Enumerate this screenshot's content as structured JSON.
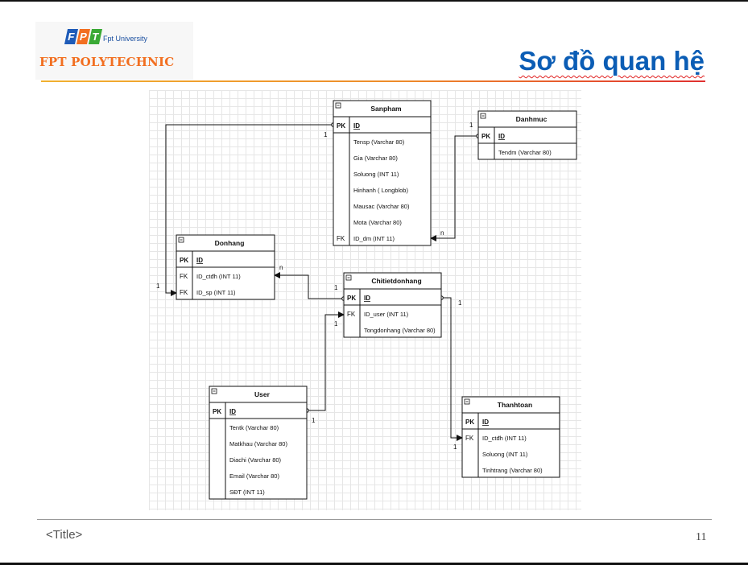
{
  "header": {
    "logo_letters": [
      "F",
      "P",
      "T"
    ],
    "university": "Fpt University",
    "brand": "FPT POLYTECHNIC",
    "title": "Sơ đồ quan hệ",
    "colors": {
      "logo_blue": "#1e5bb8",
      "logo_orange": "#f26f21",
      "logo_green": "#3aa935",
      "title": "#0b5db5",
      "brand": "#f26f21"
    }
  },
  "footer": {
    "title": "<Title>",
    "page": "11"
  },
  "diagram": {
    "tables": [
      {
        "name": "Sanpham",
        "rows": [
          {
            "key": "PK",
            "field": "ID",
            "pk": true
          },
          {
            "key": "",
            "field": "Tensp (Varchar 80)"
          },
          {
            "key": "",
            "field": "Gia (Varchar 80)"
          },
          {
            "key": "",
            "field": "Soluong (INT 11)"
          },
          {
            "key": "",
            "field": "Hinhanh ( Longblob)"
          },
          {
            "key": "",
            "field": "Mausac (Varchar 80)"
          },
          {
            "key": "",
            "field": "Mota (Varchar 80)"
          },
          {
            "key": "FK",
            "field": "ID_dm (INT 11)"
          }
        ]
      },
      {
        "name": "Danhmuc",
        "rows": [
          {
            "key": "PK",
            "field": "ID",
            "pk": true
          },
          {
            "key": "",
            "field": "Tendm (Varchar 80)"
          }
        ]
      },
      {
        "name": "Donhang",
        "rows": [
          {
            "key": "PK",
            "field": "ID",
            "pk": true
          },
          {
            "key": "FK",
            "field": "ID_ctđh (INT 11)"
          },
          {
            "key": "FK",
            "field": "ID_sp (INT 11)"
          }
        ]
      },
      {
        "name": "Chitietdonhang",
        "rows": [
          {
            "key": "PK",
            "field": "ID",
            "pk": true
          },
          {
            "key": "FK",
            "field": "ID_user (INT 11)"
          },
          {
            "key": "",
            "field": "Tongdonhang (Varchar 80)"
          }
        ]
      },
      {
        "name": "User",
        "rows": [
          {
            "key": "PK",
            "field": "ID",
            "pk": true
          },
          {
            "key": "",
            "field": "Tentk (Varchar 80)"
          },
          {
            "key": "",
            "field": "Matkhau (Varchar 80)"
          },
          {
            "key": "",
            "field": "Diachi (Varchar 80)"
          },
          {
            "key": "",
            "field": "Email (Varchar 80)"
          },
          {
            "key": "",
            "field": "SĐT (INT 11)"
          }
        ]
      },
      {
        "name": "Thanhtoan",
        "rows": [
          {
            "key": "PK",
            "field": "ID",
            "pk": true
          },
          {
            "key": "FK",
            "field": "ID_ctđh (INT 11)"
          },
          {
            "key": "",
            "field": "Soluong (INT 11)"
          },
          {
            "key": "",
            "field": "Tinhtrang (Varchar 80)"
          }
        ]
      }
    ],
    "relationships": [
      {
        "from": "Danhmuc.ID",
        "to": "Sanpham.ID_dm",
        "labels": [
          "1",
          "n"
        ]
      },
      {
        "from": "Sanpham.ID",
        "to": "Donhang.ID_sp",
        "labels": [
          "1",
          "1"
        ]
      },
      {
        "from": "Chitietdonhang.ID",
        "to": "Donhang.ID_ctđh",
        "labels": [
          "1",
          "n"
        ]
      },
      {
        "from": "User.ID",
        "to": "Chitietdonhang.ID_user",
        "labels": [
          "1",
          "1"
        ]
      },
      {
        "from": "Chitietdonhang.ID",
        "to": "Thanhtoan.ID_ctđh",
        "labels": [
          "1",
          "1"
        ]
      }
    ]
  }
}
